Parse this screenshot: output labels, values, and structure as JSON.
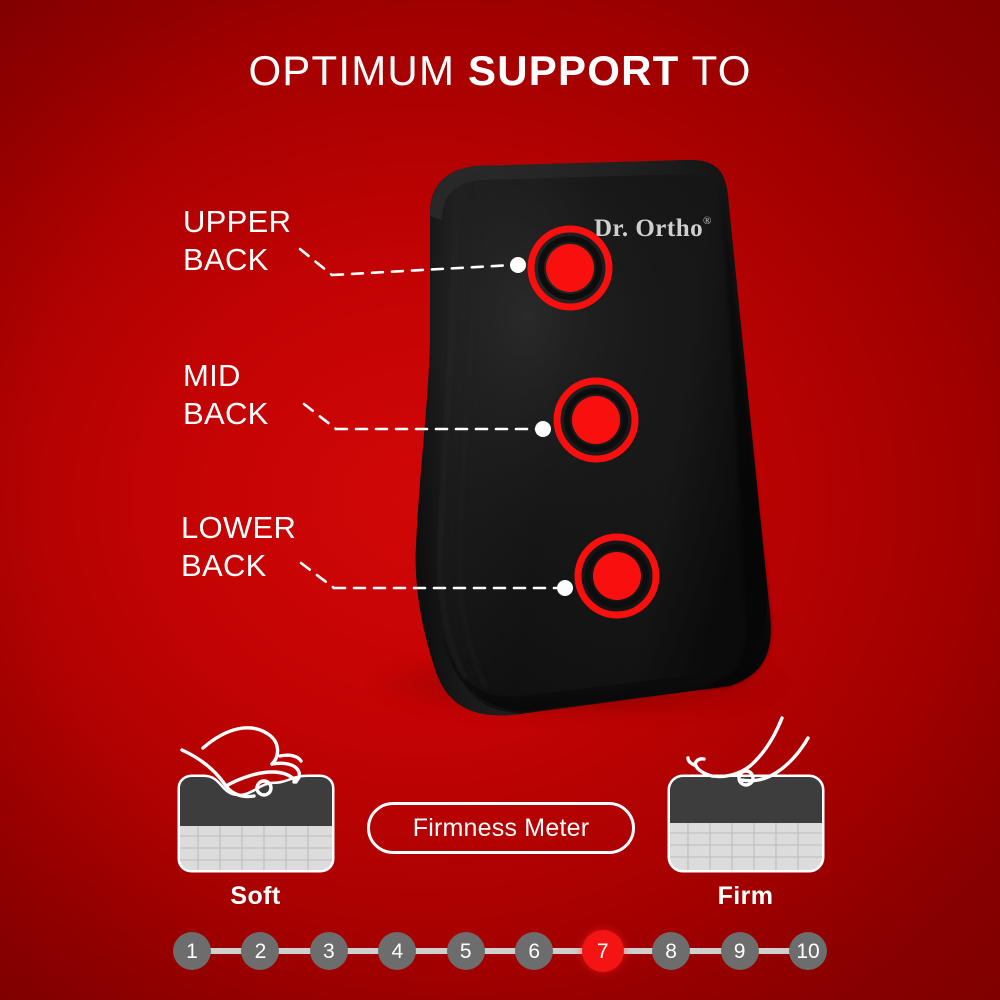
{
  "heading": {
    "part1": "OPTIMUM",
    "part2": "SUPPORT",
    "part3": "TO"
  },
  "product": {
    "brand_logo": "Dr. Ortho",
    "brand_trademark": "®",
    "description": "black lumbar back support cushion"
  },
  "annotations": [
    {
      "id": "upper-back",
      "line1": "UPPER",
      "line2": "BACK"
    },
    {
      "id": "mid-back",
      "line1": "MID",
      "line2": "BACK"
    },
    {
      "id": "lower-back",
      "line1": "LOWER",
      "line2": "BACK"
    }
  ],
  "firmness": {
    "pill_label": "Firmness Meter",
    "soft_caption": "Soft",
    "firm_caption": "Firm",
    "scale": [
      "1",
      "2",
      "3",
      "4",
      "5",
      "6",
      "7",
      "8",
      "9",
      "10"
    ],
    "selected_value": "7"
  },
  "colors": {
    "background_red": "#c20303",
    "background_edge_red": "#9b0000",
    "accent_red": "#f51414",
    "marker_red": "#fa0f0f",
    "cushion_black": "#191919",
    "text_white": "#ffffff",
    "scale_gray": "#6d6d6d",
    "scale_track_gray": "#cfcfcf"
  }
}
